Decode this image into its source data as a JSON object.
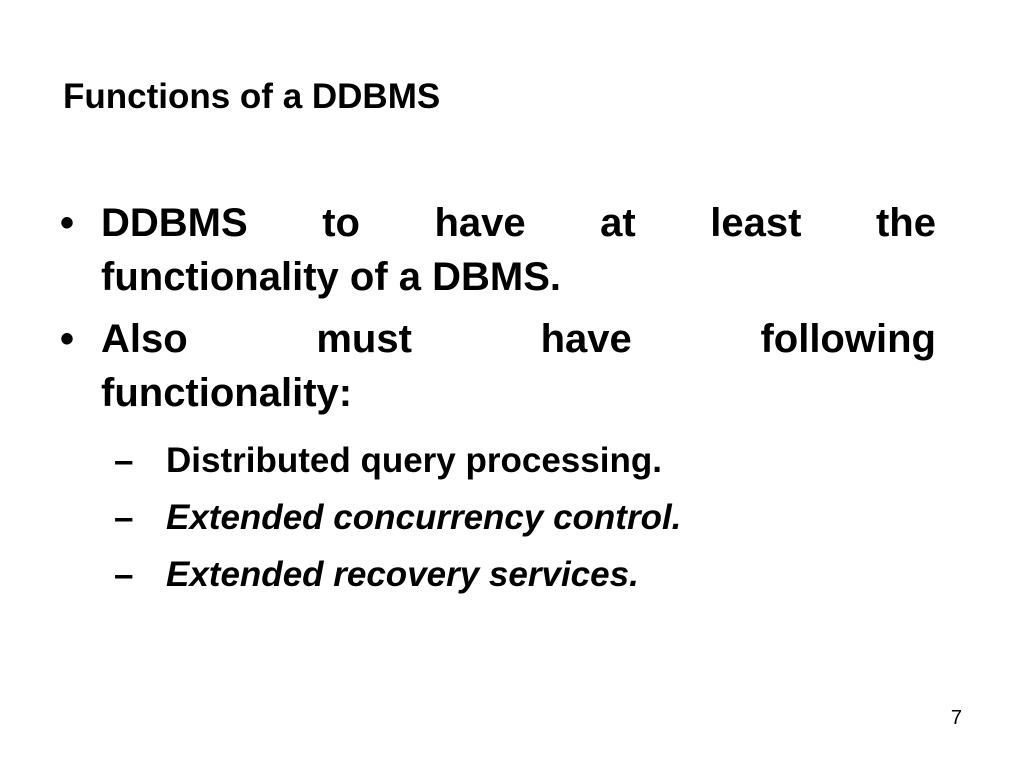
{
  "slide": {
    "title": "Functions of a DDBMS",
    "bullets": [
      {
        "marker": "•",
        "line1_words": [
          "DDBMS",
          "to",
          "have",
          "at",
          "least",
          "the"
        ],
        "line2": "functionality of a DBMS."
      },
      {
        "marker": "•",
        "line1_words": [
          "Also",
          "must",
          "have",
          "following"
        ],
        "line2": "functionality:"
      }
    ],
    "sub_items": [
      {
        "marker": "–",
        "text": "Distributed query processing.",
        "italic": false
      },
      {
        "marker": "–",
        "text": "Extended concurrency control.",
        "italic": true
      },
      {
        "marker": "–",
        "text": "Extended recovery services.",
        "italic": true
      }
    ],
    "page_number": "7"
  }
}
